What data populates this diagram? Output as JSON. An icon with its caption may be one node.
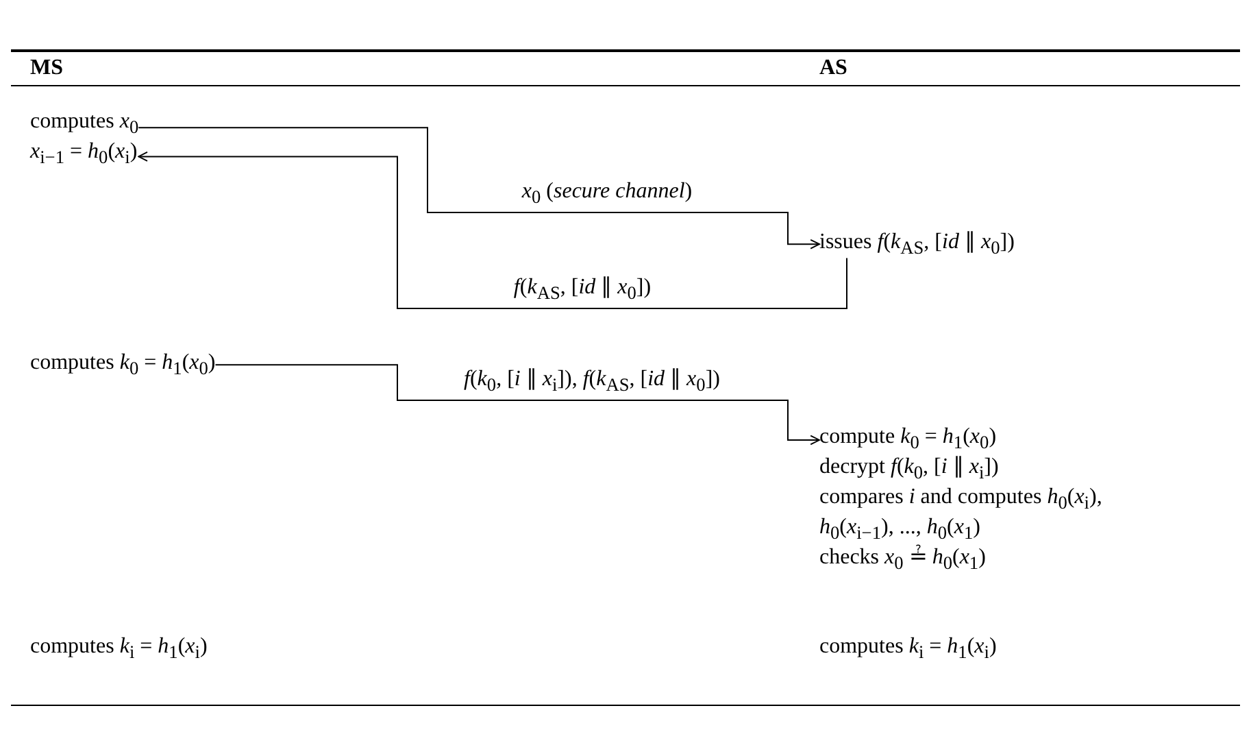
{
  "diagram": {
    "nodes": [
      {
        "text": [
          "computes *x*$_{0}$",
          "*x*$_{i−1}$ = *h*$_{0}$(*x*$_{i}$)"
        ]
      },
      {
        "text": [
          "issues *f*(*k*$_{AS}$, [*id* ∥ *x*$_{0}$])"
        ]
      },
      {
        "text": [
          "computes *k*$_{0}$ = *h*$_{1}$(*x*$_{0}$)"
        ]
      },
      {
        "text": [
          "compute *k*$_{0}$ = *h*$_{1}$(*x*$_{0}$)",
          "decrypt *f*(*k*$_{0}$, [*i* ∥ *x*$_{i}$])",
          "compares *i* and computes *h*$_{0}$(*x*$_{i}$), *h*$_{0}$(*x*$_{i−1}$), ..., *h*$_{0}$(*x*$_{1}$)",
          "checks *x*$_{0}$ ≟ *h*$_{0}$(*x*$_{1}$)"
        ]
      }
    ],
    "edges": [
      {
        "from": 0,
        "to": 1,
        "arrow": "to",
        "label": "*x*$_{0}$ (*secure channel*)"
      },
      {
        "from": 1,
        "to": 0,
        "arrow": "to",
        "label": "*f*(*k*$_{AS}$, [*id* ∥ *x*$_{0}$])"
      },
      {
        "from": 2,
        "to": 3,
        "arrow": "to",
        "label": "*f*(*k*$_{0}$, [*i* ∥ *x*$_{i}$]), *f*(*k*$_{AS}$, [*id* ∥ *x*$_{0}$])"
      }
    ],
    "labels": [
      "MS",
      "AS",
      "computes *k*$_{i}$ = *h*$_{1}$(*x*$_{i}$)",
      "computes *k*$_{i}$ = *h*$_{1}$(*x*$_{i}$)"
    ]
  }
}
